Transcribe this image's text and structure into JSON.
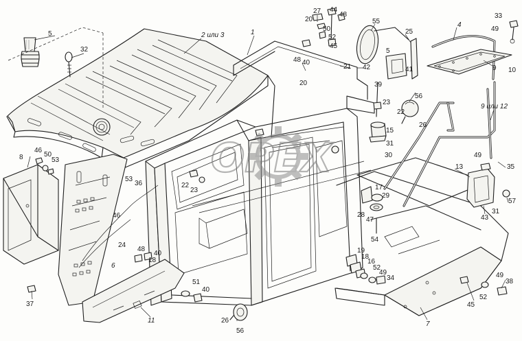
{
  "diagram": {
    "watermark": "OPEX",
    "callouts": [
      {
        "id": "c-5-left",
        "text": "5"
      },
      {
        "id": "c-32",
        "text": "32"
      },
      {
        "id": "c-2or3",
        "text": "2 или 3"
      },
      {
        "id": "c-1",
        "text": "1"
      },
      {
        "id": "c-27",
        "text": "27"
      },
      {
        "id": "c-20-top",
        "text": "20"
      },
      {
        "id": "c-44",
        "text": "44"
      },
      {
        "id": "c-48-top",
        "text": "48"
      },
      {
        "id": "c-50-top",
        "text": "50"
      },
      {
        "id": "c-52-top",
        "text": "52"
      },
      {
        "id": "c-45-top",
        "text": "45"
      },
      {
        "id": "c-55",
        "text": "55"
      },
      {
        "id": "c-25",
        "text": "25"
      },
      {
        "id": "c-4",
        "text": "4"
      },
      {
        "id": "c-33",
        "text": "33"
      },
      {
        "id": "c-49-tr",
        "text": "49"
      },
      {
        "id": "c-9",
        "text": "9"
      },
      {
        "id": "c-10",
        "text": "10"
      },
      {
        "id": "c-48-mid",
        "text": "48"
      },
      {
        "id": "c-40-mid",
        "text": "40"
      },
      {
        "id": "c-21",
        "text": "21"
      },
      {
        "id": "c-42",
        "text": "42"
      },
      {
        "id": "c-5-right",
        "text": "5"
      },
      {
        "id": "c-41",
        "text": "41"
      },
      {
        "id": "c-20-mid",
        "text": "20"
      },
      {
        "id": "c-39",
        "text": "39"
      },
      {
        "id": "c-56-top",
        "text": "56"
      },
      {
        "id": "c-23-mid",
        "text": "23"
      },
      {
        "id": "c-9or12",
        "text": "9 или 12"
      },
      {
        "id": "c-22-mid",
        "text": "22"
      },
      {
        "id": "c-26-mid",
        "text": "26"
      },
      {
        "id": "c-15",
        "text": "15"
      },
      {
        "id": "c-31-mid",
        "text": "31"
      },
      {
        "id": "c-30",
        "text": "30"
      },
      {
        "id": "c-8",
        "text": "8"
      },
      {
        "id": "c-46-left",
        "text": "46"
      },
      {
        "id": "c-50-left",
        "text": "50"
      },
      {
        "id": "c-53-left",
        "text": "53"
      },
      {
        "id": "c-53-mid",
        "text": "53"
      },
      {
        "id": "c-36",
        "text": "36"
      },
      {
        "id": "c-22-left",
        "text": "22"
      },
      {
        "id": "c-23-left",
        "text": "23"
      },
      {
        "id": "c-49-right",
        "text": "49"
      },
      {
        "id": "c-35",
        "text": "35"
      },
      {
        "id": "c-13",
        "text": "13"
      },
      {
        "id": "c-17",
        "text": "17"
      },
      {
        "id": "c-29",
        "text": "29"
      },
      {
        "id": "c-28",
        "text": "28"
      },
      {
        "id": "c-47",
        "text": "47"
      },
      {
        "id": "c-54",
        "text": "54"
      },
      {
        "id": "c-57",
        "text": "57"
      },
      {
        "id": "c-31-right",
        "text": "31"
      },
      {
        "id": "c-43",
        "text": "43"
      },
      {
        "id": "c-46-mid",
        "text": "46"
      },
      {
        "id": "c-24",
        "text": "24"
      },
      {
        "id": "c-48-bl",
        "text": "48"
      },
      {
        "id": "c-40-bl",
        "text": "40"
      },
      {
        "id": "c-18-bl",
        "text": "18"
      },
      {
        "id": "c-6",
        "text": "6"
      },
      {
        "id": "c-19",
        "text": "19"
      },
      {
        "id": "c-18-mid",
        "text": "18"
      },
      {
        "id": "c-16",
        "text": "16"
      },
      {
        "id": "c-52-mid",
        "text": "52"
      },
      {
        "id": "c-49-mid",
        "text": "49"
      },
      {
        "id": "c-34",
        "text": "34"
      },
      {
        "id": "c-51",
        "text": "51"
      },
      {
        "id": "c-40-bot",
        "text": "40"
      },
      {
        "id": "c-11",
        "text": "11"
      },
      {
        "id": "c-37",
        "text": "37"
      },
      {
        "id": "c-26-bot",
        "text": "26"
      },
      {
        "id": "c-56-bot",
        "text": "56"
      },
      {
        "id": "c-7",
        "text": "7"
      },
      {
        "id": "c-45-br",
        "text": "45"
      },
      {
        "id": "c-52-br",
        "text": "52"
      },
      {
        "id": "c-49-br",
        "text": "49"
      },
      {
        "id": "c-38",
        "text": "38"
      }
    ]
  }
}
